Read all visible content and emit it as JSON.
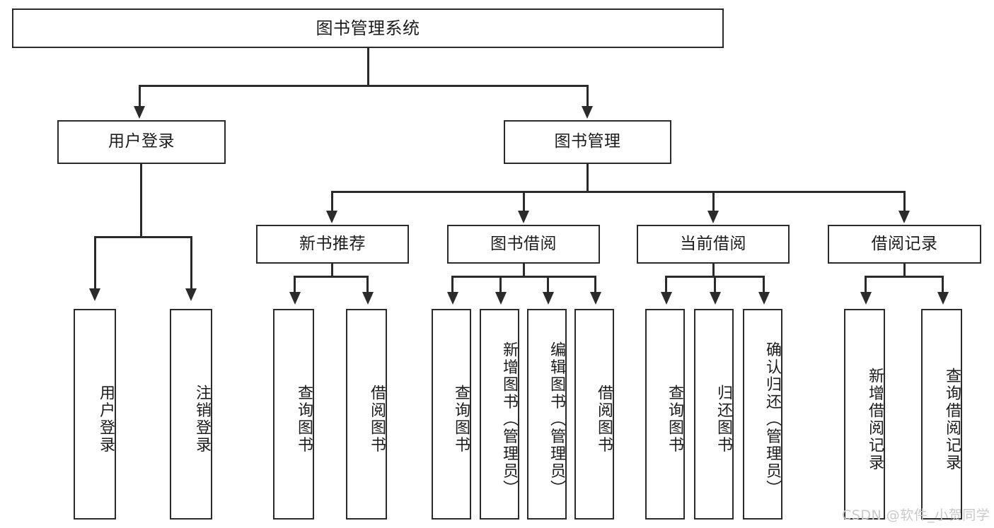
{
  "diagram": {
    "type": "tree-hierarchy",
    "title": "图书管理系统",
    "root": {
      "label": "图书管理系统"
    },
    "level2": [
      {
        "id": "user-login",
        "label": "用户登录"
      },
      {
        "id": "book-manage",
        "label": "图书管理"
      }
    ],
    "level3": [
      {
        "id": "new-book-recommend",
        "label": "新书推荐",
        "parent": "book-manage"
      },
      {
        "id": "book-borrow",
        "label": "图书借阅",
        "parent": "book-manage"
      },
      {
        "id": "current-borrow",
        "label": "当前借阅",
        "parent": "book-manage"
      },
      {
        "id": "borrow-record",
        "label": "借阅记录",
        "parent": "book-manage"
      }
    ],
    "leaves": {
      "user-login": [
        {
          "id": "leaf-user-login",
          "label": "用户登录"
        },
        {
          "id": "leaf-logout",
          "label": "注销登录"
        }
      ],
      "new-book-recommend": [
        {
          "id": "leaf-query-book-1",
          "label": "查询图书"
        },
        {
          "id": "leaf-borrow-book-1",
          "label": "借阅图书"
        }
      ],
      "book-borrow": [
        {
          "id": "leaf-query-book-2",
          "label": "查询图书"
        },
        {
          "id": "leaf-add-book",
          "label": "新增图书（管理员）"
        },
        {
          "id": "leaf-edit-book",
          "label": "编辑图书（管理员）"
        },
        {
          "id": "leaf-borrow-book-2",
          "label": "借阅图书"
        }
      ],
      "current-borrow": [
        {
          "id": "leaf-query-book-3",
          "label": "查询图书"
        },
        {
          "id": "leaf-return-book",
          "label": "归还图书"
        },
        {
          "id": "leaf-confirm-return",
          "label": "确认归还（管理员）"
        }
      ],
      "borrow-record": [
        {
          "id": "leaf-add-record",
          "label": "新增借阅记录"
        },
        {
          "id": "leaf-query-record",
          "label": "查询借阅记录"
        }
      ]
    }
  },
  "watermark": {
    "text": "CSDN @软件_小贺同学"
  },
  "colors": {
    "stroke": "#2b2b2b",
    "fill": "#ffffff",
    "text": "#1c1c1c",
    "watermark": "#c9c9c9"
  }
}
